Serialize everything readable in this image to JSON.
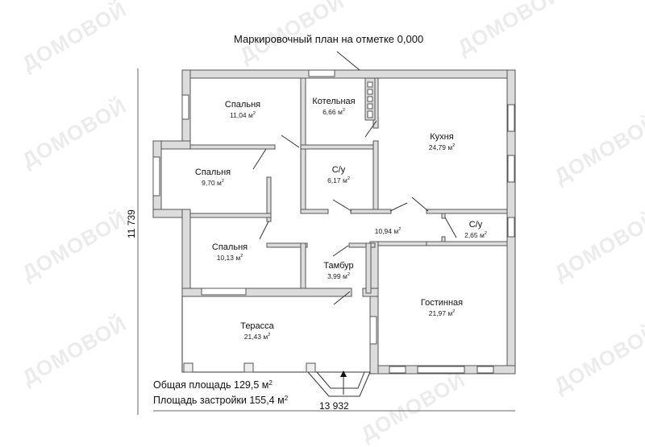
{
  "title": "Маркировочный план на отметке 0,000",
  "rooms": [
    {
      "name": "Спальня",
      "area": "11,04 м",
      "id": "bedroom-1"
    },
    {
      "name": "Котельная",
      "area": "6,66 м",
      "id": "boiler-room"
    },
    {
      "name": "Кухня",
      "area": "24,79 м",
      "id": "kitchen"
    },
    {
      "name": "Спальня",
      "area": "9,70 м",
      "id": "bedroom-2"
    },
    {
      "name": "С/у",
      "area": "6,17 м",
      "id": "bathroom-1"
    },
    {
      "name": "",
      "area": "10,94 м",
      "id": "hall"
    },
    {
      "name": "С/у",
      "area": "2,65 м",
      "id": "bathroom-2"
    },
    {
      "name": "Спальня",
      "area": "10,13 м",
      "id": "bedroom-3"
    },
    {
      "name": "Тамбур",
      "area": "3,99 м",
      "id": "vestibule"
    },
    {
      "name": "Гостинная",
      "area": "21,97 м",
      "id": "living-room"
    },
    {
      "name": "Терасса",
      "area": "21,43 м",
      "id": "terrace"
    }
  ],
  "area_unit_sup": "2",
  "totals": {
    "total_area_label": "Общая площадь 129,5 м",
    "built_area_label": "Площадь застройки 155,4 м"
  },
  "dimensions": {
    "width": "13 932",
    "height": "11 739"
  },
  "watermark": "ДОМОВОЙ",
  "colors": {
    "wall_fill": "#dcdcdc",
    "wall_stroke": "#555555",
    "background": "#ffffff"
  }
}
